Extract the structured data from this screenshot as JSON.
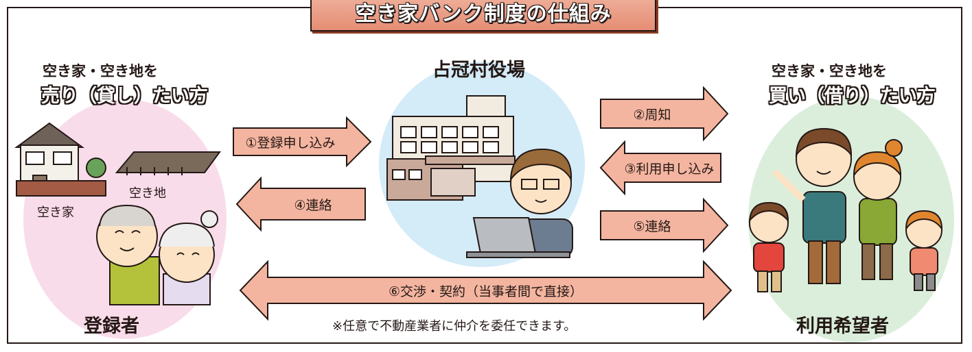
{
  "title": "空き家バンク制度の仕組み",
  "left": {
    "heading_line1": "空き家・空き地を",
    "heading_line2": "売り（貸し）たい方",
    "house_label": "空き家",
    "lot_label": "空き地",
    "role_label": "登録者"
  },
  "center": {
    "heading": "占冠村役場"
  },
  "right": {
    "heading_line1": "空き家・空き地を",
    "heading_line2": "買い（借り）たい方",
    "role_label": "利用希望者"
  },
  "steps": {
    "s1": "①登録申し込み",
    "s2": "②周知",
    "s3": "③利用申し込み",
    "s4": "④連絡",
    "s5": "⑤連絡",
    "s6": "⑥交渉・契約（当事者間で直接）"
  },
  "note": "※任意で不動産業者に仲介を委任できます。",
  "colors": {
    "arrow_fill": "#f4b5a0",
    "title_fill": "#e9937a",
    "left_circle": "#f9dcea",
    "center_circle": "#d4ebf8",
    "right_circle": "#dbeedb"
  }
}
